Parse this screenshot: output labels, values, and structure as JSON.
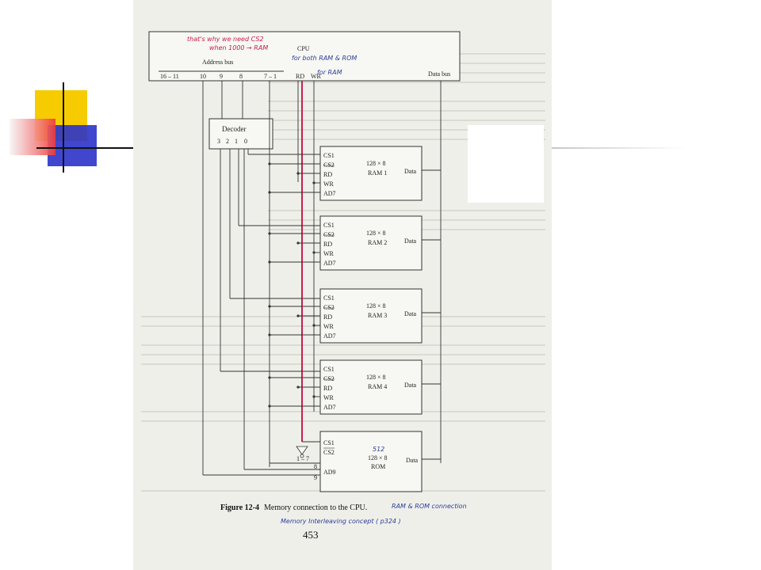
{
  "cpu": {
    "title": "CPU",
    "address_bus_label": "Address bus",
    "data_bus_label": "Data bus",
    "pins": [
      "16 – 11",
      "10",
      "9",
      "8",
      "7 – 1",
      "RD",
      "WR"
    ]
  },
  "decoder": {
    "title": "Decoder",
    "outputs": [
      "3",
      "2",
      "1",
      "0"
    ]
  },
  "rams": [
    {
      "name": "128 × 8",
      "sub": "RAM 1",
      "pins": [
        "CS1",
        "CS2",
        "RD",
        "WR",
        "AD7"
      ],
      "data": "Data"
    },
    {
      "name": "128 × 8",
      "sub": "RAM 2",
      "pins": [
        "CS1",
        "CS2",
        "RD",
        "WR",
        "AD7"
      ],
      "data": "Data"
    },
    {
      "name": "128 × 8",
      "sub": "RAM 3",
      "pins": [
        "CS1",
        "CS2",
        "RD",
        "WR",
        "AD7"
      ],
      "data": "Data"
    },
    {
      "name": "128 × 8",
      "sub": "RAM 4",
      "pins": [
        "CS1",
        "CS2",
        "RD",
        "WR",
        "AD7"
      ],
      "data": "Data"
    }
  ],
  "rom": {
    "name": "128 × 8",
    "sub": "ROM",
    "pins": [
      "CS1",
      "CS2",
      "AD9"
    ],
    "data": "Data",
    "addr_in": [
      "1 – 7",
      "8",
      "9"
    ]
  },
  "annotations": {
    "red_1": "that's why we need CS2",
    "red_2": "when 1000 → RAM",
    "blue_1": "for both RAM & ROM",
    "blue_2": "for RAM",
    "blue_rom": "512",
    "blue_caption": "RAM & ROM connection",
    "blue_line2": "Memory Interleaving concept ( p324 )"
  },
  "caption": {
    "label": "Figure 12-4",
    "text": "Memory connection to the CPU."
  },
  "page_number": "453",
  "colors": {
    "accent_red": "#c8204a",
    "accent_blue": "#2c3e9a",
    "deco_yellow": "#f6cc00",
    "deco_blue": "#2b33c9",
    "deco_red": "#f03a3a"
  }
}
